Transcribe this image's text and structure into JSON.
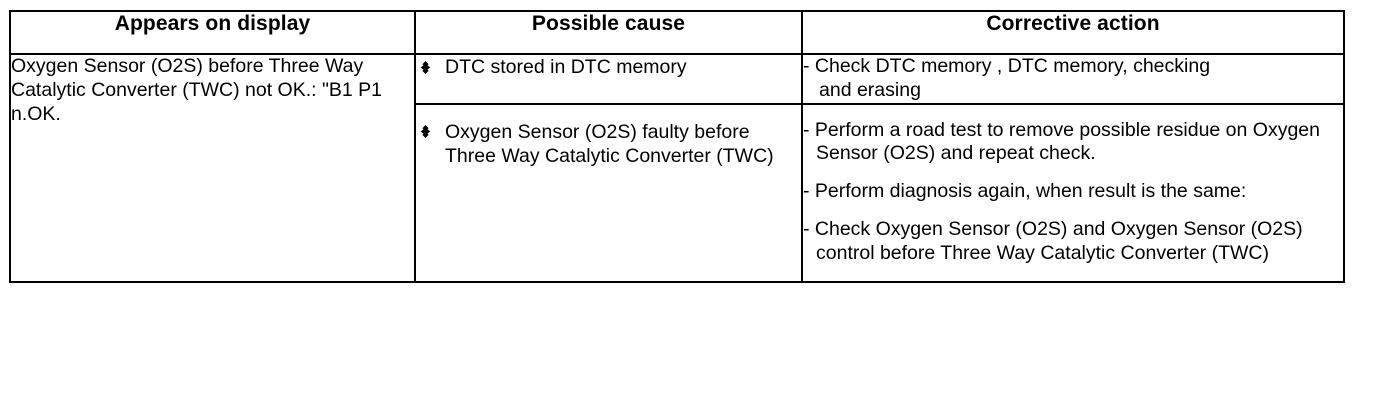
{
  "table": {
    "headers": [
      {
        "label": "Appears on display"
      },
      {
        "label": "Possible cause"
      },
      {
        "label": "Corrective action"
      }
    ],
    "display_cell": {
      "text": "Oxygen Sensor (O2S) before Three Way Catalytic Converter (TWC) not OK.: \"B1 P1 n.OK."
    },
    "rows": [
      {
        "bullet_icon": "diamond-bullet-icon",
        "cause": "DTC stored in DTC memory",
        "actions": [
          "- Check DTC memory , DTC memory, checking\n  and erasing"
        ]
      },
      {
        "bullet_icon": "diamond-bullet-icon",
        "cause": "Oxygen Sensor (O2S) faulty before Three Way Catalytic Converter (TWC)",
        "actions": [
          "- Perform a road test to remove possible residue on Oxygen Sensor (O2S) and repeat check.",
          "- Perform diagnosis again, when result is the same:",
          "- Check Oxygen Sensor (O2S) and Oxygen Sensor (O2S) control before Three Way Catalytic Converter (TWC)"
        ]
      }
    ]
  },
  "colors": {
    "border": "#000000",
    "text": "#000000",
    "background": "#ffffff"
  }
}
